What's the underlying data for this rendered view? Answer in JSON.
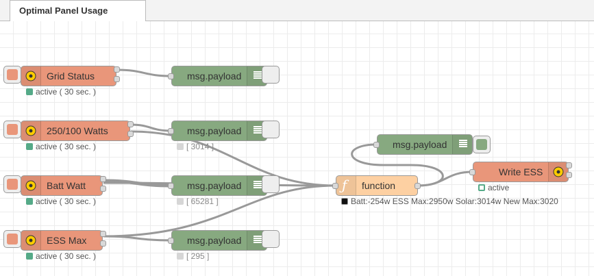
{
  "tab": {
    "title": "Optimal Panel Usage"
  },
  "colors": {
    "inject": "#e9967a",
    "debug": "#87a980",
    "function": "#fdd0a2",
    "wire": "#999999",
    "status_active": "#55aa88"
  },
  "nodes": {
    "grid_status": {
      "label": "Grid Status",
      "icon": "gear-icon",
      "status": "active ( 30 sec. )"
    },
    "watts_250_100": {
      "label": "250/100 Watts",
      "icon": "gear-icon",
      "status": "active ( 30 sec. )"
    },
    "batt_watt": {
      "label": "Batt Watt",
      "icon": "gear-icon",
      "status": "active ( 30 sec. )"
    },
    "ess_max": {
      "label": "ESS Max",
      "icon": "gear-icon",
      "status": "active ( 30 sec. )"
    },
    "debug1": {
      "label": "msg.payload",
      "icon": "list-icon",
      "status": ""
    },
    "debug2": {
      "label": "msg.payload",
      "icon": "list-icon",
      "status": "[ 3014 ]"
    },
    "debug3": {
      "label": "msg.payload",
      "icon": "list-icon",
      "status": "[ 65281 ]"
    },
    "debug4": {
      "label": "msg.payload",
      "icon": "list-icon",
      "status": "[ 295 ]"
    },
    "debug5": {
      "label": "msg.payload",
      "icon": "list-icon",
      "status": ""
    },
    "function": {
      "label": "function",
      "icon": "function-icon",
      "icon_glyph": "ƒ",
      "status": "Batt:-254w ESS Max:2950w Solar:3014w New Max:3020"
    },
    "write_ess": {
      "label": "Write ESS",
      "icon": "gear-icon",
      "status": "active"
    }
  }
}
